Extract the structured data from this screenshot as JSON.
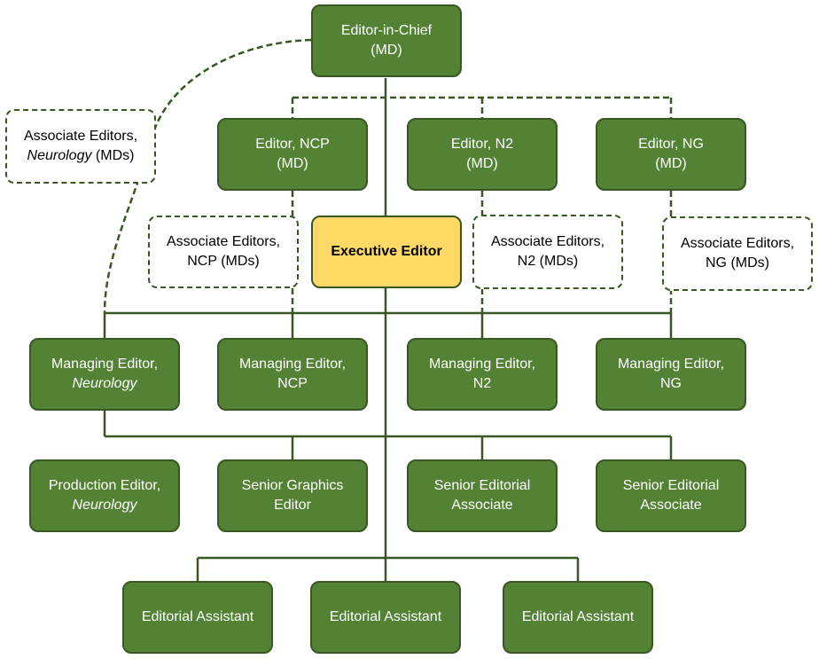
{
  "colors": {
    "box_fill": "#548235",
    "box_border": "#385723",
    "highlight_fill": "#ffd966",
    "connector": "#385723"
  },
  "chief": {
    "line1": "Editor-in-Chief",
    "line2": "(MD)"
  },
  "editors": {
    "ncp": {
      "line1": "Editor, NCP",
      "line2": "(MD)"
    },
    "n2": {
      "line1": "Editor, N2",
      "line2": "(MD)"
    },
    "ng": {
      "line1": "Editor, NG",
      "line2": "(MD)"
    }
  },
  "associate_editors": {
    "neurology": {
      "line1": "Associate Editors,",
      "line2_italic": "Neurology",
      "line2_rest": " (MDs)"
    },
    "ncp": {
      "line1": "Associate Editors,",
      "line2": "NCP (MDs)"
    },
    "n2": {
      "line1": "Associate Editors,",
      "line2": "N2 (MDs)"
    },
    "ng": {
      "line1": "Associate Editors,",
      "line2": "NG (MDs)"
    }
  },
  "executive_editor": {
    "label": "Executive Editor"
  },
  "managing_editors": {
    "neurology": {
      "line1": "Managing Editor,",
      "line2_italic": "Neurology"
    },
    "ncp": {
      "line1": "Managing Editor,",
      "line2": "NCP"
    },
    "n2": {
      "line1": "Managing Editor,",
      "line2": "N2"
    },
    "ng": {
      "line1": "Managing Editor,",
      "line2": "NG"
    }
  },
  "staff": {
    "production": {
      "line1": "Production Editor,",
      "line2_italic": "Neurology"
    },
    "graphics": {
      "line1": "Senior Graphics",
      "line2": "Editor"
    },
    "sea1": {
      "line1": "Senior Editorial",
      "line2": "Associate"
    },
    "sea2": {
      "line1": "Senior Editorial",
      "line2": "Associate"
    }
  },
  "assistants": [
    {
      "label": "Editorial Assistant"
    },
    {
      "label": "Editorial Assistant"
    },
    {
      "label": "Editorial Assistant"
    }
  ]
}
